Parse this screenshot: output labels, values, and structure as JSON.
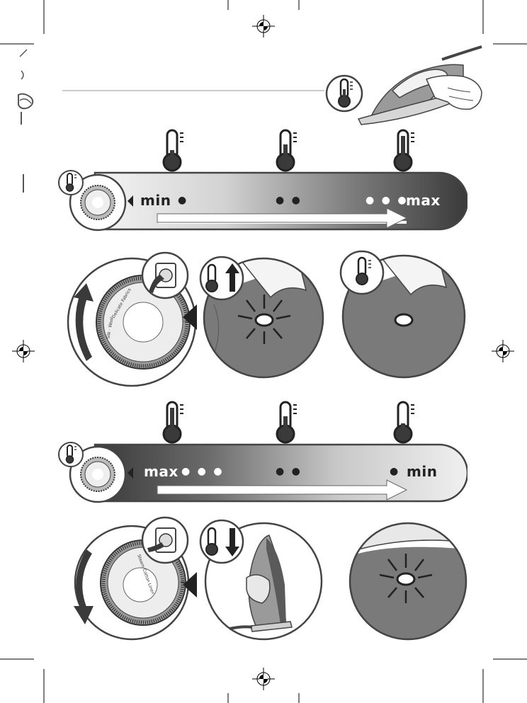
{
  "top_scale": {
    "left_label": "min",
    "right_label": "max",
    "left_dots": "●",
    "middle_dots": "● ●",
    "right_dots": "● ● ●"
  },
  "bottom_scale": {
    "left_label": "max",
    "right_label": "min",
    "left_dots": "● ● ●",
    "middle_dots": "● ●",
    "right_dots": "●"
  },
  "dial": {
    "line1": "Delicate Fabrics",
    "line2": "Silk · Wool",
    "line3": "Steam Cotton Linen"
  },
  "colors": {
    "dark": "#3a3a3a",
    "mid": "#8a8a8a",
    "light": "#e6e6e6",
    "white": "#ffffff"
  },
  "icons": [
    "thermometer-icon",
    "arrow-up-icon",
    "arrow-down-icon",
    "light-burst-icon",
    "registration-mark-icon"
  ]
}
